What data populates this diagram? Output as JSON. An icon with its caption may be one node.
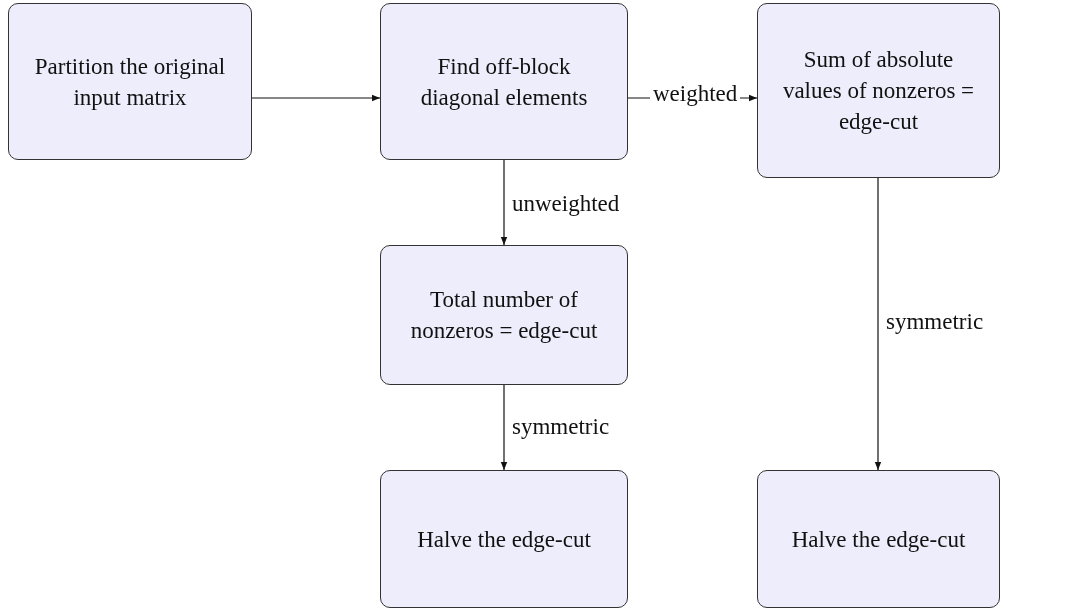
{
  "diagram": {
    "nodes": [
      {
        "text": [
          "Partition the original input matrix"
        ]
      },
      {
        "text": [
          "Find off-block diagonal elements"
        ]
      },
      {
        "text": [
          "Sum of absolute values of nonzeros = edge-cut"
        ]
      },
      {
        "text": [
          "Total number of nonzeros = edge-cut"
        ]
      },
      {
        "text": [
          "Halve the edge-cut"
        ]
      },
      {
        "text": [
          "Halve the edge-cut"
        ]
      }
    ],
    "edges": [
      {
        "from": 0,
        "to": 1,
        "arrow": "to"
      },
      {
        "from": 1,
        "to": 2,
        "arrow": "to",
        "label": "weighted"
      },
      {
        "from": 1,
        "to": 3,
        "arrow": "to",
        "label": "unweighted"
      },
      {
        "from": 3,
        "to": 4,
        "arrow": "to",
        "label": "symmetric"
      },
      {
        "from": 2,
        "to": 5,
        "arrow": "to",
        "label": "symmetric"
      }
    ]
  }
}
